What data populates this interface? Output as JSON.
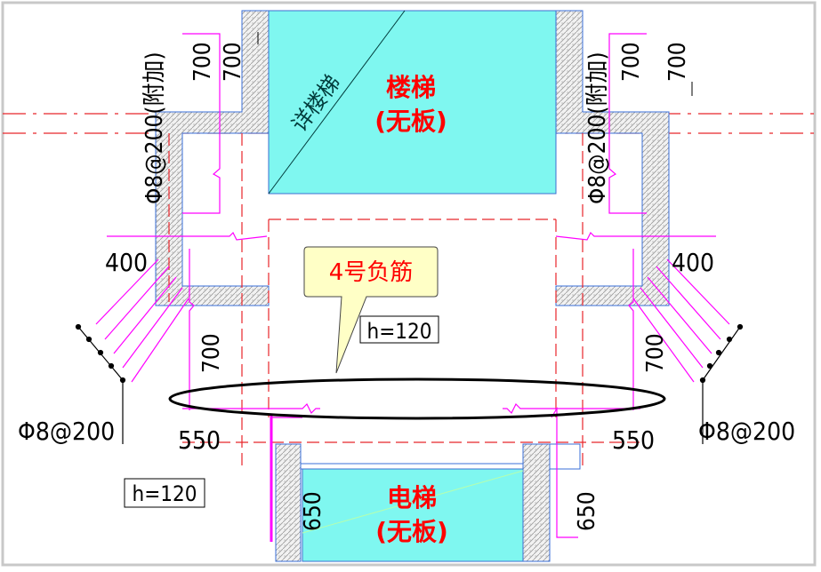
{
  "title": {
    "stair": "楼梯",
    "stair_sub": "(无板)",
    "elevator": "电梯",
    "elevator_sub": "(无板)",
    "stair_detail": "详楼梯"
  },
  "callout": {
    "text": "4号负筋"
  },
  "labels": {
    "h_top": "h=120",
    "h_bottom": "h=120"
  },
  "dimensions": {
    "left_700_a": "700",
    "left_700_b": "700",
    "right_700_a": "700",
    "right_700_b": "700",
    "left_400": "400",
    "right_400": "400",
    "left_700_c": "700",
    "right_700_c": "700",
    "left_550": "550",
    "right_550": "550",
    "left_650": "650",
    "right_650": "650"
  },
  "rebar": {
    "left_vertical": "Φ8@200(附加)",
    "right_vertical": "Φ8@200(附加)",
    "left_bottom": "Φ8@200",
    "right_bottom": "Φ8@200"
  },
  "colors": {
    "cyan": "#7ff7f0",
    "red_text": "#ff0000",
    "magenta": "#ff00ff",
    "dash_red": "#e8262b",
    "wall_fill": "#f0f0f0",
    "callout_fill": "#ffffc6",
    "blue_edge": "#3b82f6"
  }
}
